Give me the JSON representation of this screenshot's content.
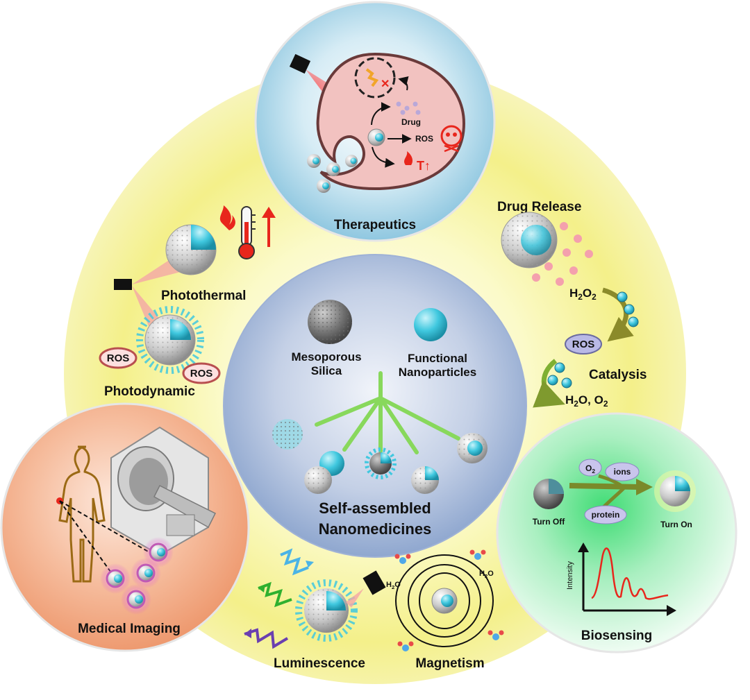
{
  "center": {
    "title_line1": "Self-assembled",
    "title_line2": "Nanomedicines",
    "mesoporous_line1": "Mesoporous",
    "mesoporous_line2": "Silica",
    "functional_line1": "Functional",
    "functional_line2": "Nanoparticles"
  },
  "therapeutics": {
    "title": "Therapeutics",
    "drug": "Drug",
    "ros": "ROS",
    "temp": "T↑"
  },
  "left": {
    "photothermal": "Photothermal",
    "photodynamic": "Photodynamic",
    "ros": "ROS"
  },
  "right": {
    "drug_release": "Drug Release",
    "h2o2_base": "H",
    "h2o2_sub1": "2",
    "h2o2_mid": "O",
    "h2o2_sub2": "2",
    "ros": "ROS",
    "catalysis": "Catalysis",
    "products_h": "H",
    "products_sub1": "2",
    "products_o": "O,  O",
    "products_sub2": "2"
  },
  "imaging": {
    "title": "Medical Imaging"
  },
  "bottom": {
    "luminescence": "Luminescence",
    "magnetism": "Magnetism",
    "water_h": "H",
    "water_sub": "2",
    "water_o": "O"
  },
  "biosensing": {
    "title": "Biosensing",
    "turn_off": "Turn Off",
    "turn_on": "Turn On",
    "o2_base": "O",
    "o2_sub": "2",
    "ions": "ions",
    "protein": "protein",
    "intensity": "Intensity"
  },
  "colors": {
    "yellow_halo": "#f4f08a",
    "center_blue": "#8fa7cf",
    "therapeutic_blue": "#a9d6ea",
    "imaging_orange": "#f1a27a",
    "biosensing_green": "#39d86f",
    "cyan_core": "#40c8df",
    "red_text": "#e8261c"
  }
}
